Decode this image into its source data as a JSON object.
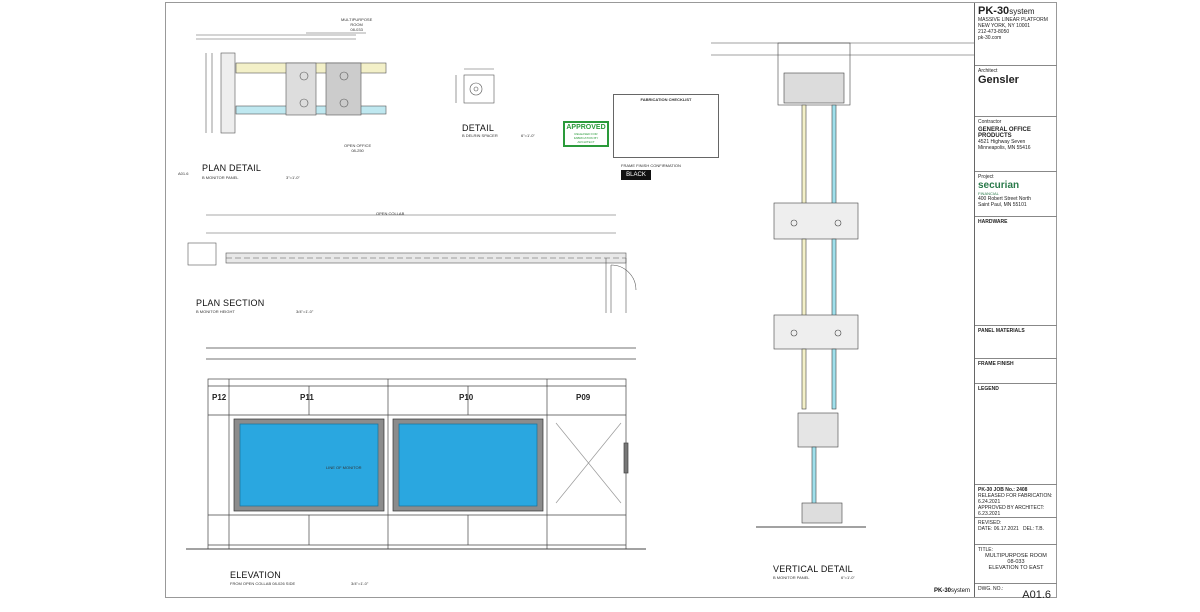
{
  "titleblock": {
    "brand": "PK-30",
    "brand_suffix": "system",
    "brand_lines": [
      "MASSIVE LINEAR PLATFORM",
      "NEW YORK, NY 10001",
      "212-473-8050",
      "pk-30.com"
    ],
    "architect_label": "Architect",
    "architect": "Gensler",
    "contractor_label": "Contractor",
    "contractor_name": "GENERAL OFFICE PRODUCTS",
    "contractor_address": [
      "4521 Highway Seven",
      "Minneapolis, MN 55416"
    ],
    "project_label": "Project",
    "client": "securian",
    "client_sub": "FINANCIAL",
    "client_address": [
      "400 Robert Street North",
      "Saint Paul, MN 55101"
    ],
    "hardware_label": "HARDWARE",
    "panel_materials_label": "PANEL MATERIALS",
    "frame_finish_label": "FRAME FINISH",
    "legend_label": "LEGEND",
    "job_no": "PK-30 JOB No.: 2408",
    "released": "RELEASED FOR FABRICATION: 6.24.2021",
    "approved_by": "APPROVED BY ARCHITECT: 6.23.2021",
    "revised_label": "REVISED:",
    "date": "DATE: 06.17.2021",
    "del": "DEL: T.B.",
    "title_label": "TITLE:",
    "sheet_title": [
      "MULTIPURPOSE ROOM",
      "08-033",
      "ELEVATION TO EAST"
    ],
    "dwg_label": "DWG. NO.:",
    "dwg_no": "A01.6"
  },
  "drawings": {
    "plan_detail": {
      "title": "PLAN DETAIL",
      "sub": "B MONITOR PANEL",
      "scale": "3\"=1'-0\"",
      "tag": "A01.6"
    },
    "detail": {
      "title": "DETAIL",
      "sub": "B DELRIN SPACER",
      "scale": "6\"=1'-0\""
    },
    "plan_section": {
      "title": "PLAN SECTION",
      "sub": "B MONITOR HEIGHT",
      "scale": "3/4\"=1'-0\""
    },
    "elevation": {
      "title": "ELEVATION",
      "sub": "FROM OPEN COLLAB 08-026 SIDE",
      "scale": "3/4\"=1'-0\""
    },
    "vertical_detail": {
      "title": "VERTICAL DETAIL",
      "sub": "B MONITOR PANEL",
      "scale": "6\"=1'-0\""
    },
    "room_multipurpose": [
      "MULTIPURPOSE",
      "ROOM",
      "08-033"
    ],
    "open_office": [
      "OPEN OFFICE",
      "08-250"
    ],
    "open_collab": "OPEN COLLAB",
    "monitor_note": "LINE OF MONITOR",
    "panels": [
      "P12",
      "P11",
      "P10",
      "P09"
    ]
  },
  "approval": {
    "stamp_title": "FABRICATION CHECKLIST",
    "approved": "APPROVED",
    "approved_sub": "RELEASED FOR FABRICATION BY ARCHITECT",
    "finish": "BLACK",
    "finish_caption": "FRAME FINISH CONFIRMATION"
  },
  "footer": {
    "brand": "PK-30",
    "brand_suffix": "system"
  }
}
